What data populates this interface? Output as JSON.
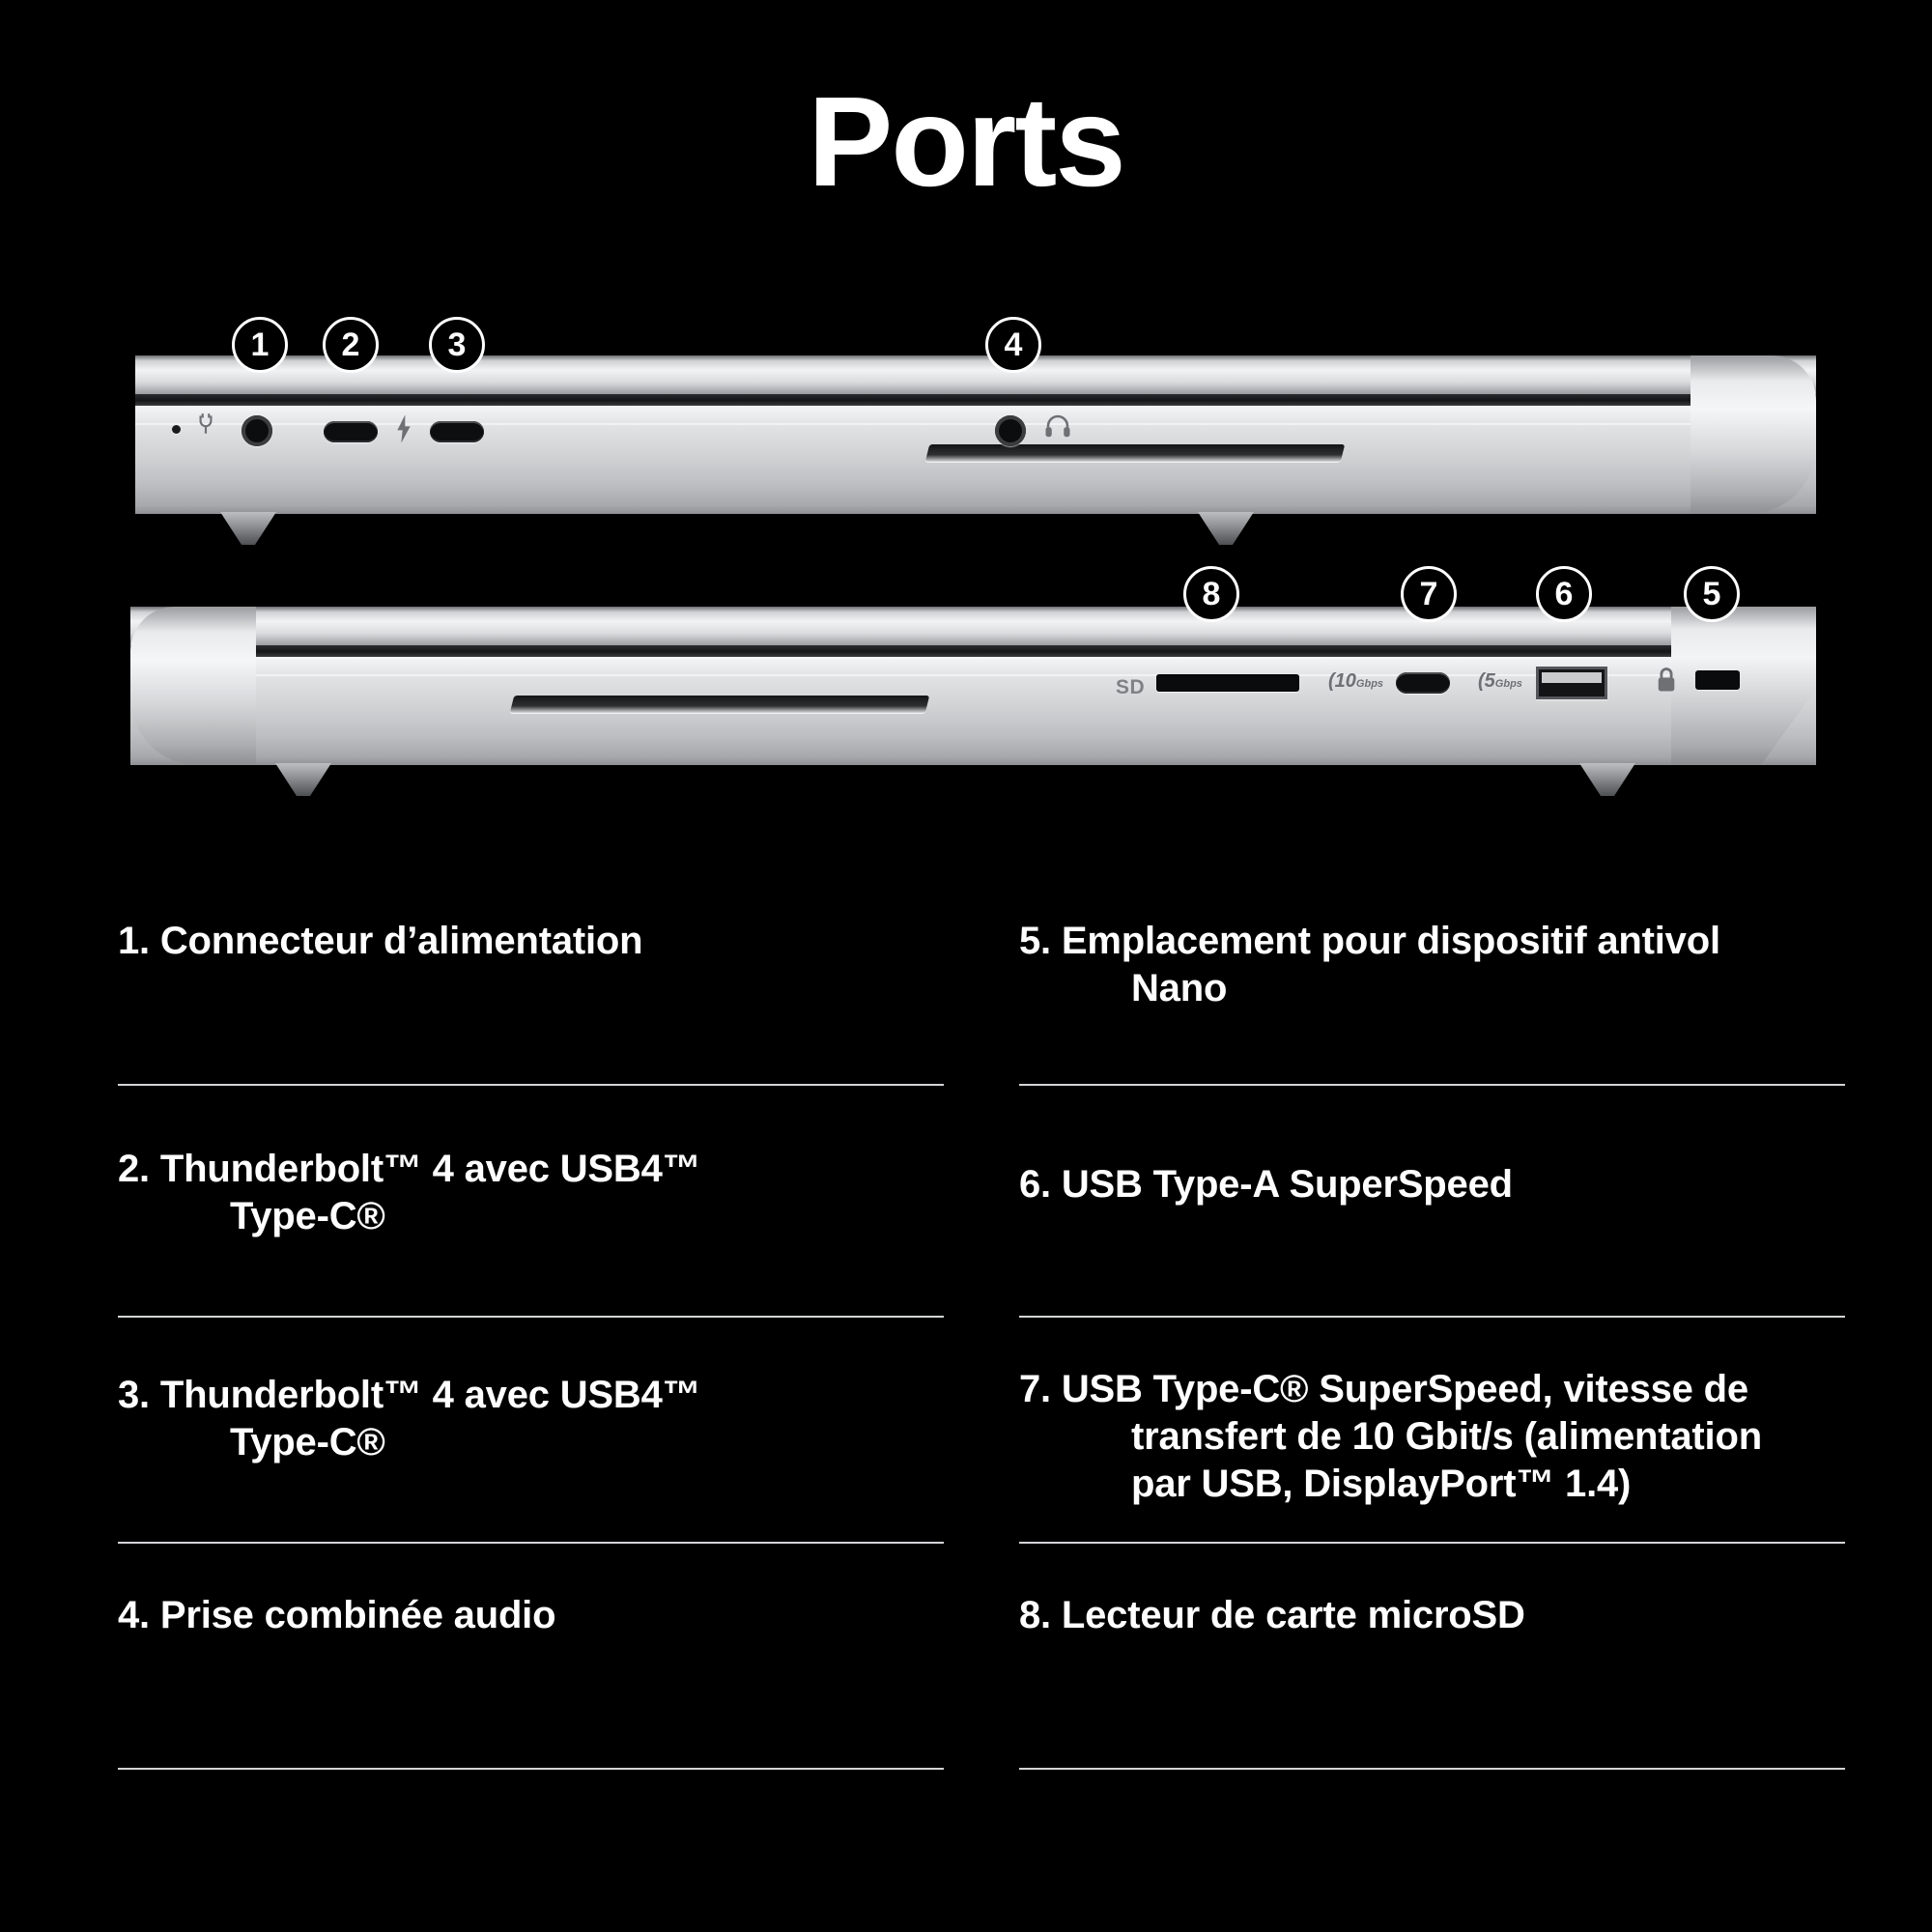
{
  "page": {
    "title": "Ports",
    "background_color": "#000000",
    "text_color": "#ffffff",
    "divider_color": "#d3d4d6"
  },
  "diagrams": [
    {
      "name": "laptop-left-side-view",
      "callouts": [
        "1",
        "2",
        "3",
        "4"
      ],
      "port_markings": {
        "sd": "",
        "power": "power-plug-icon",
        "thunderbolt": "thunderbolt-bolt-icon",
        "audio": "headset-icon"
      }
    },
    {
      "name": "laptop-right-side-view",
      "callouts": [
        "8",
        "7",
        "6",
        "5"
      ],
      "port_markings": {
        "sd_label": "SD",
        "usbc_speed": "10",
        "usbc_speed_unit": "Gbps",
        "usba_speed": "5",
        "usba_speed_unit": "Gbps",
        "lock": "padlock-icon"
      }
    }
  ],
  "legend": {
    "left_column": [
      {
        "number": "1",
        "label": "Connecteur d’alimentation"
      },
      {
        "number": "2",
        "label_line1": "Thunderbolt™ 4 avec USB4™",
        "label_line2": "Type-C®"
      },
      {
        "number": "3",
        "label_line1": "Thunderbolt™ 4 avec USB4™",
        "label_line2": "Type-C®"
      },
      {
        "number": "4",
        "label": "Prise combinée audio"
      }
    ],
    "right_column": [
      {
        "number": "5",
        "label_line1": "Emplacement pour dispositif antivol",
        "label_line2": "Nano"
      },
      {
        "number": "6",
        "label": "USB Type-A SuperSpeed"
      },
      {
        "number": "7",
        "label_line1": "USB Type-C® SuperSpeed, vitesse de",
        "label_line2": "transfert de 10 Gbit/s (alimentation",
        "label_line3": "par USB, DisplayPort™ 1.4)"
      },
      {
        "number": "8",
        "label": "Lecteur de carte microSD"
      }
    ]
  },
  "badges": {
    "b1": "1",
    "b2": "2",
    "b3": "3",
    "b4": "4",
    "b5": "5",
    "b6": "6",
    "b7": "7",
    "b8": "8"
  }
}
